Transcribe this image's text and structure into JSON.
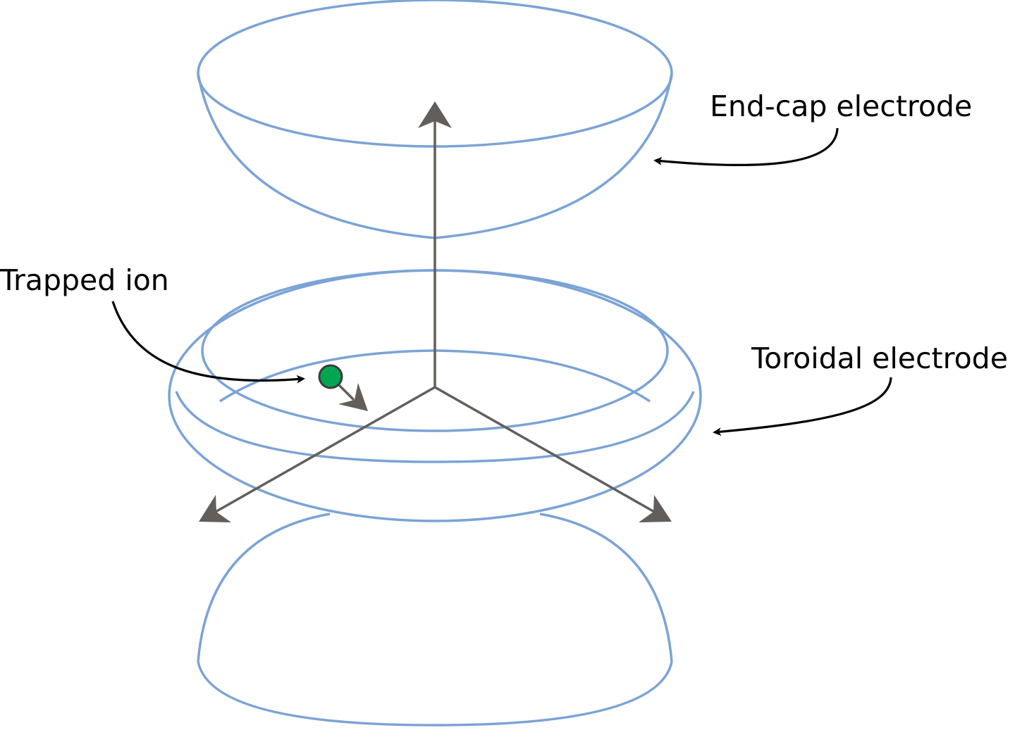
{
  "labels": {
    "end_cap": "End-cap electrode",
    "trapped_ion": "Trapped ion",
    "toroidal": "Toroidal electrode"
  },
  "colors": {
    "electrode": "#7ba3d6",
    "axis": "#635e5a",
    "ion_fill": "#00a651",
    "ion_stroke": "#3b3b3b",
    "callout": "#000000",
    "text": "#000000",
    "background": "#ffffff"
  },
  "components": [
    "end-cap electrode (top)",
    "toroidal electrode (ring)",
    "end-cap electrode (bottom)",
    "coordinate axes",
    "trapped ion"
  ]
}
